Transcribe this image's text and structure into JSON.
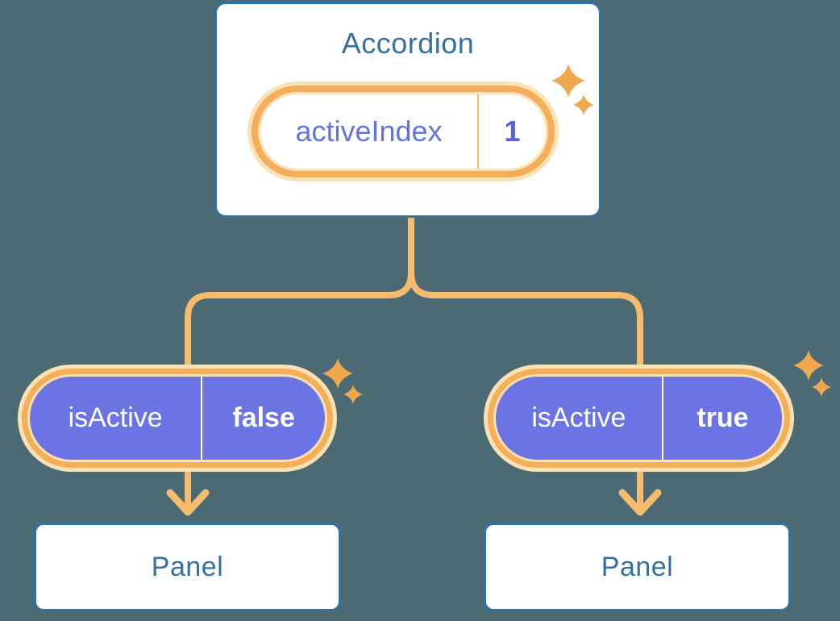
{
  "accordion": {
    "title": "Accordion",
    "state_pill": {
      "label": "activeIndex",
      "value": "1"
    }
  },
  "children": [
    {
      "prop_pill": {
        "label": "isActive",
        "value": "false"
      },
      "panel_label": "Panel"
    },
    {
      "prop_pill": {
        "label": "isActive",
        "value": "true"
      },
      "panel_label": "Panel"
    }
  ],
  "icons": {
    "sparkle": "sparkle-icon",
    "arrow": "arrow-down-icon"
  },
  "colors": {
    "background": "#4C6A74",
    "card_border_blue": "#2F73A2",
    "heading_text_blue": "#35719E",
    "pill_purple": "#6B74E2",
    "pill_ring_orange": "#F4AE59",
    "pill_halo_cream": "#FBE2B4",
    "connector_orange": "#F6BB6C",
    "sparkle_orange": "#F0A84F",
    "label_text_purple": "#6674E0",
    "value_text_indigo": "#5763D9",
    "white": "#FFFFFF"
  }
}
